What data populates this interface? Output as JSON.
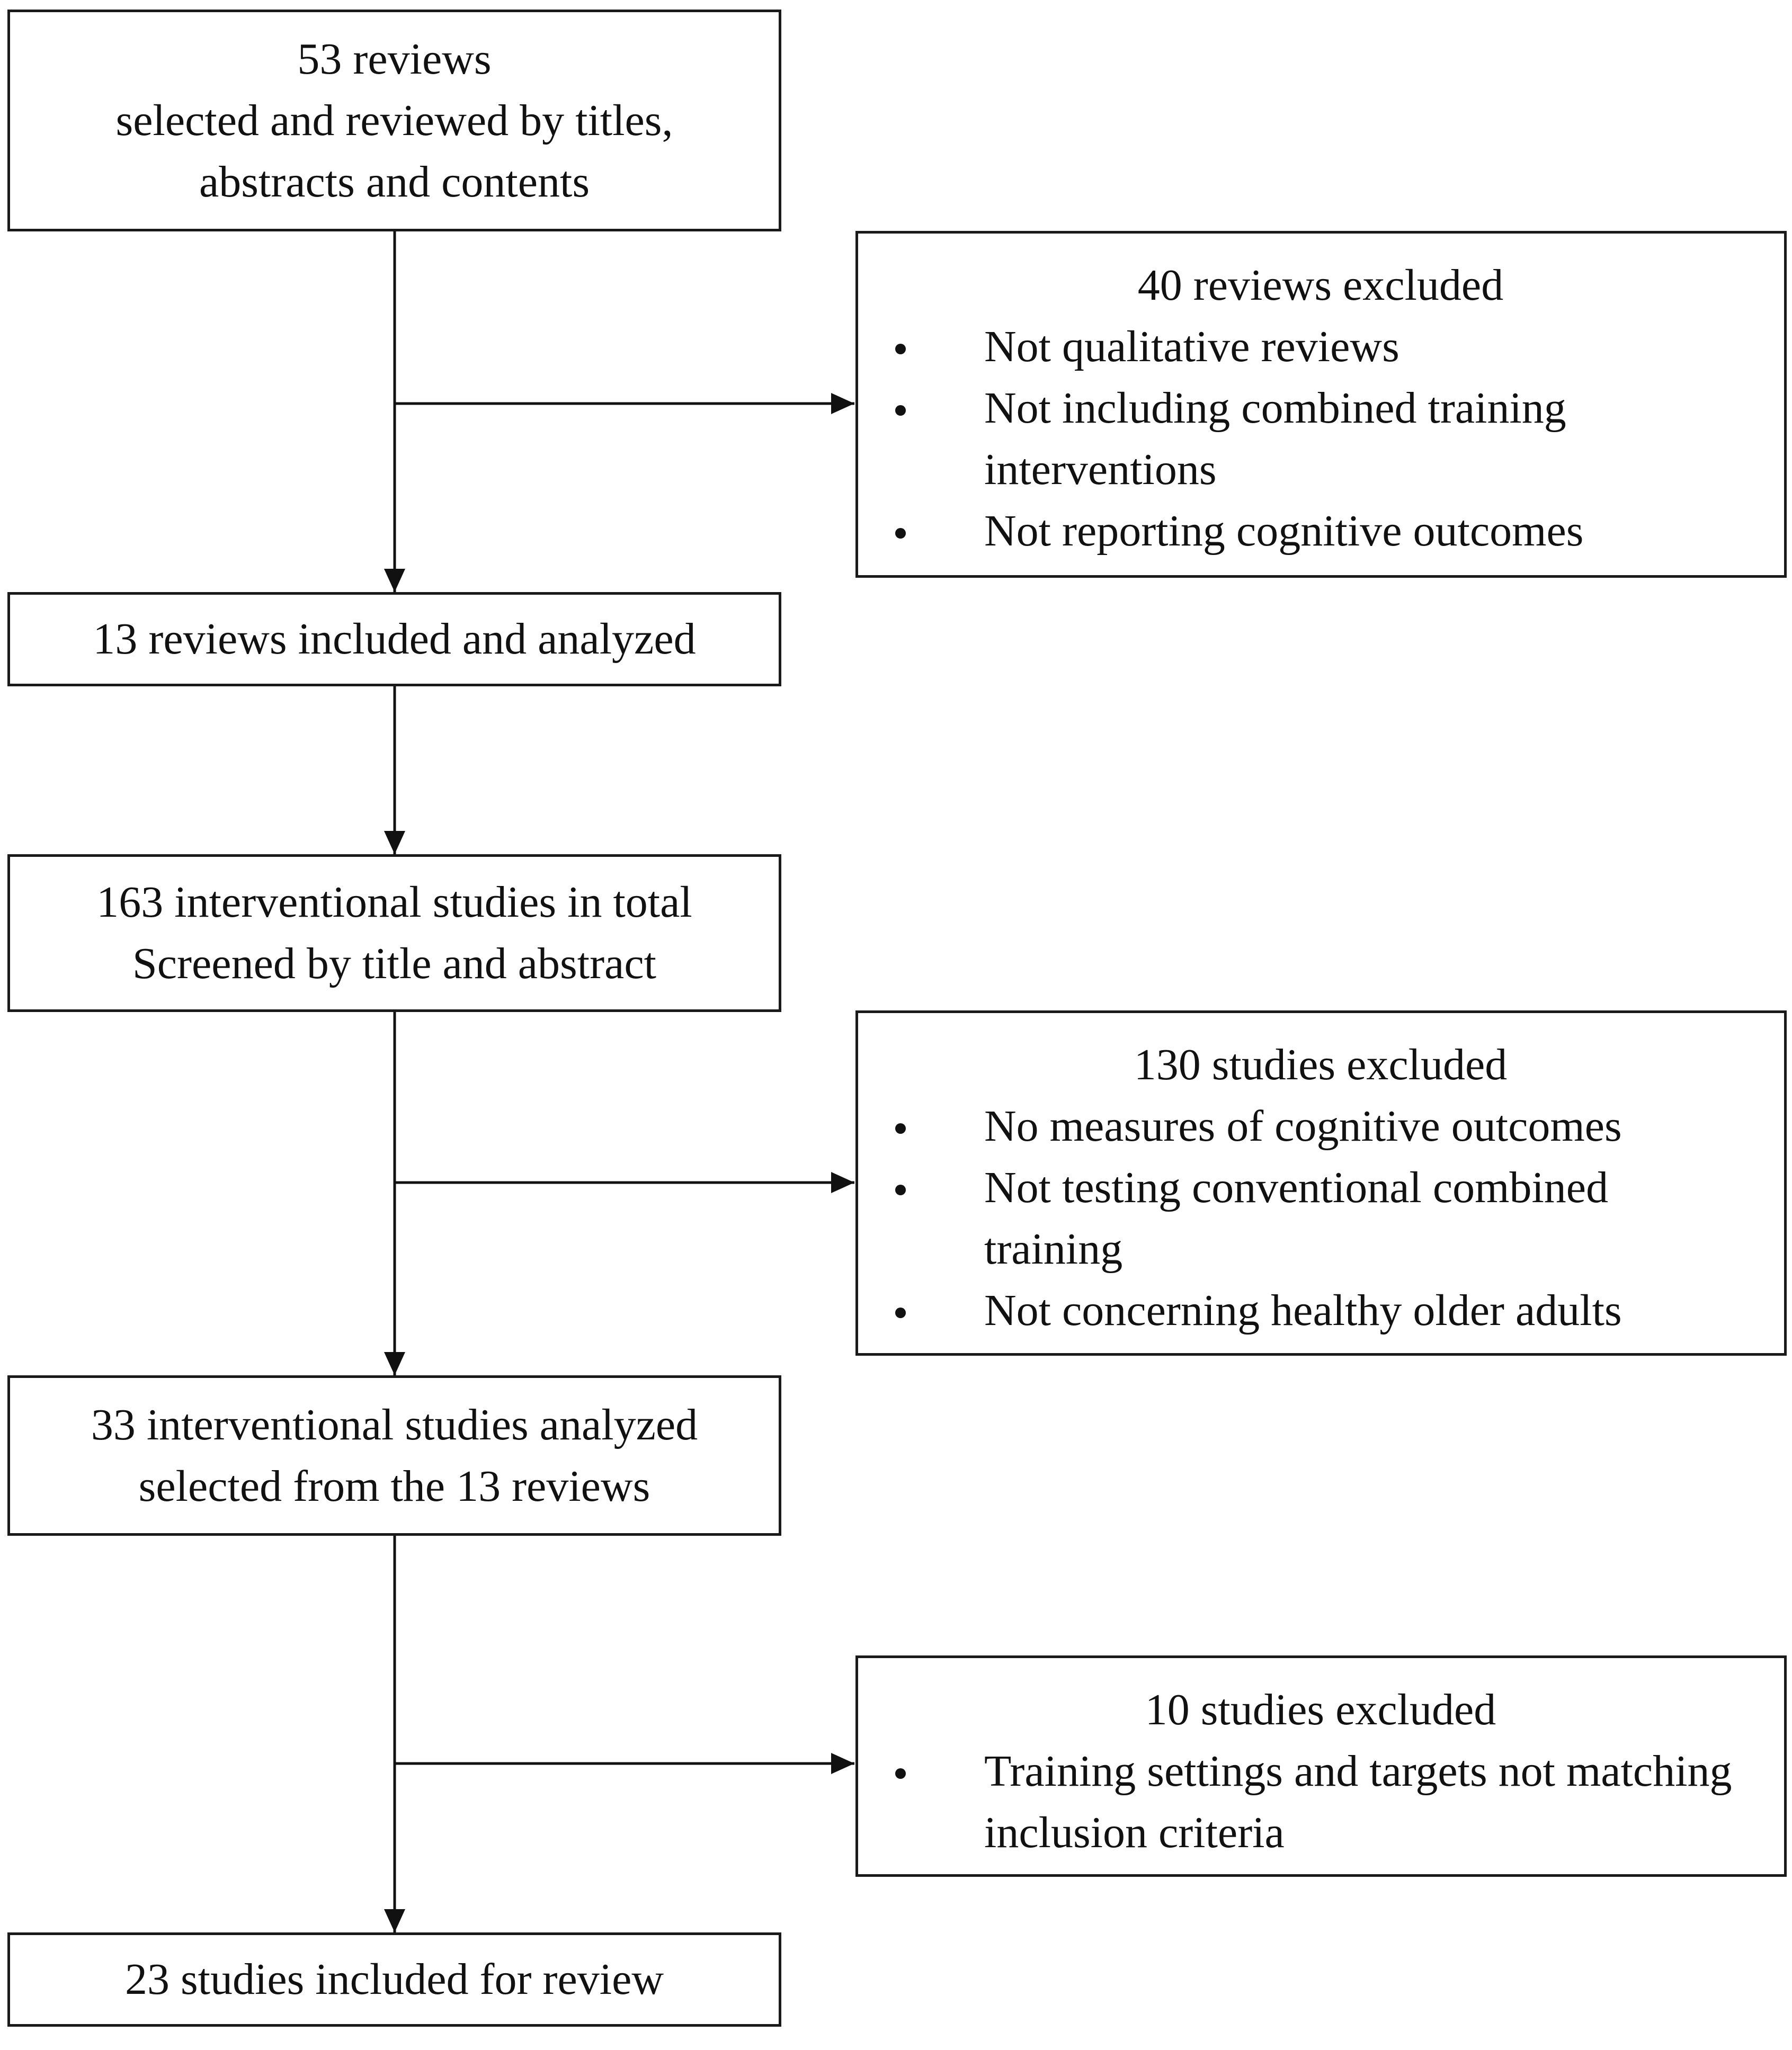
{
  "flow": {
    "step1": {
      "lines": [
        "53 reviews",
        "selected and reviewed by titles,",
        "abstracts and contents"
      ]
    },
    "exclusion1": {
      "title": "40 reviews excluded",
      "items": [
        "Not qualitative reviews",
        "Not including combined training interventions",
        "Not reporting cognitive outcomes"
      ]
    },
    "step2": {
      "lines": [
        "13 reviews included and analyzed"
      ]
    },
    "step3": {
      "lines": [
        "163 interventional studies in total",
        "Screened by title and abstract"
      ]
    },
    "exclusion2": {
      "title": "130 studies excluded",
      "items": [
        "No measures of cognitive outcomes",
        "Not testing conventional combined training",
        "Not concerning healthy older adults"
      ]
    },
    "step4": {
      "lines": [
        "33 interventional studies analyzed",
        "selected from the 13 reviews"
      ]
    },
    "exclusion3": {
      "title": "10 studies excluded",
      "items": [
        "Training settings and targets not matching inclusion criteria"
      ]
    },
    "step5": {
      "lines": [
        "23 studies included for review"
      ]
    }
  }
}
